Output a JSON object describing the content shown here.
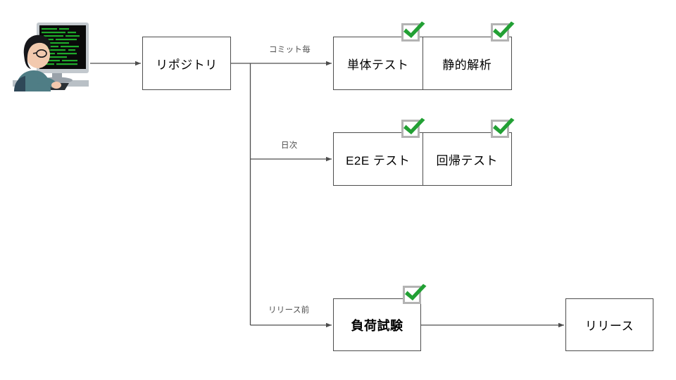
{
  "diagram": {
    "title": "CI/CD テストパイプライン図",
    "accent_green": "#22a034",
    "check_frame_gray": "#b3b3b3",
    "line_color": "#4d4d4d",
    "actor": {
      "name": "developer-at-computer",
      "alt": "開発者"
    },
    "nodes": {
      "repository": {
        "label": "リポジトリ"
      },
      "unit_test": {
        "label": "単体テスト",
        "status": "passed"
      },
      "static_analysis": {
        "label": "静的解析",
        "status": "passed"
      },
      "e2e_test": {
        "label": "E2E テスト",
        "status": "passed"
      },
      "regression_test": {
        "label": "回帰テスト",
        "status": "passed"
      },
      "load_test": {
        "label": "負荷試験",
        "status": "passed"
      },
      "release": {
        "label": "リリース"
      }
    },
    "edge_labels": {
      "per_commit": "コミット毎",
      "daily": "日次",
      "pre_release": "リリース前"
    },
    "status_icon": {
      "name": "green-check-icon",
      "meaning": "合格"
    }
  }
}
